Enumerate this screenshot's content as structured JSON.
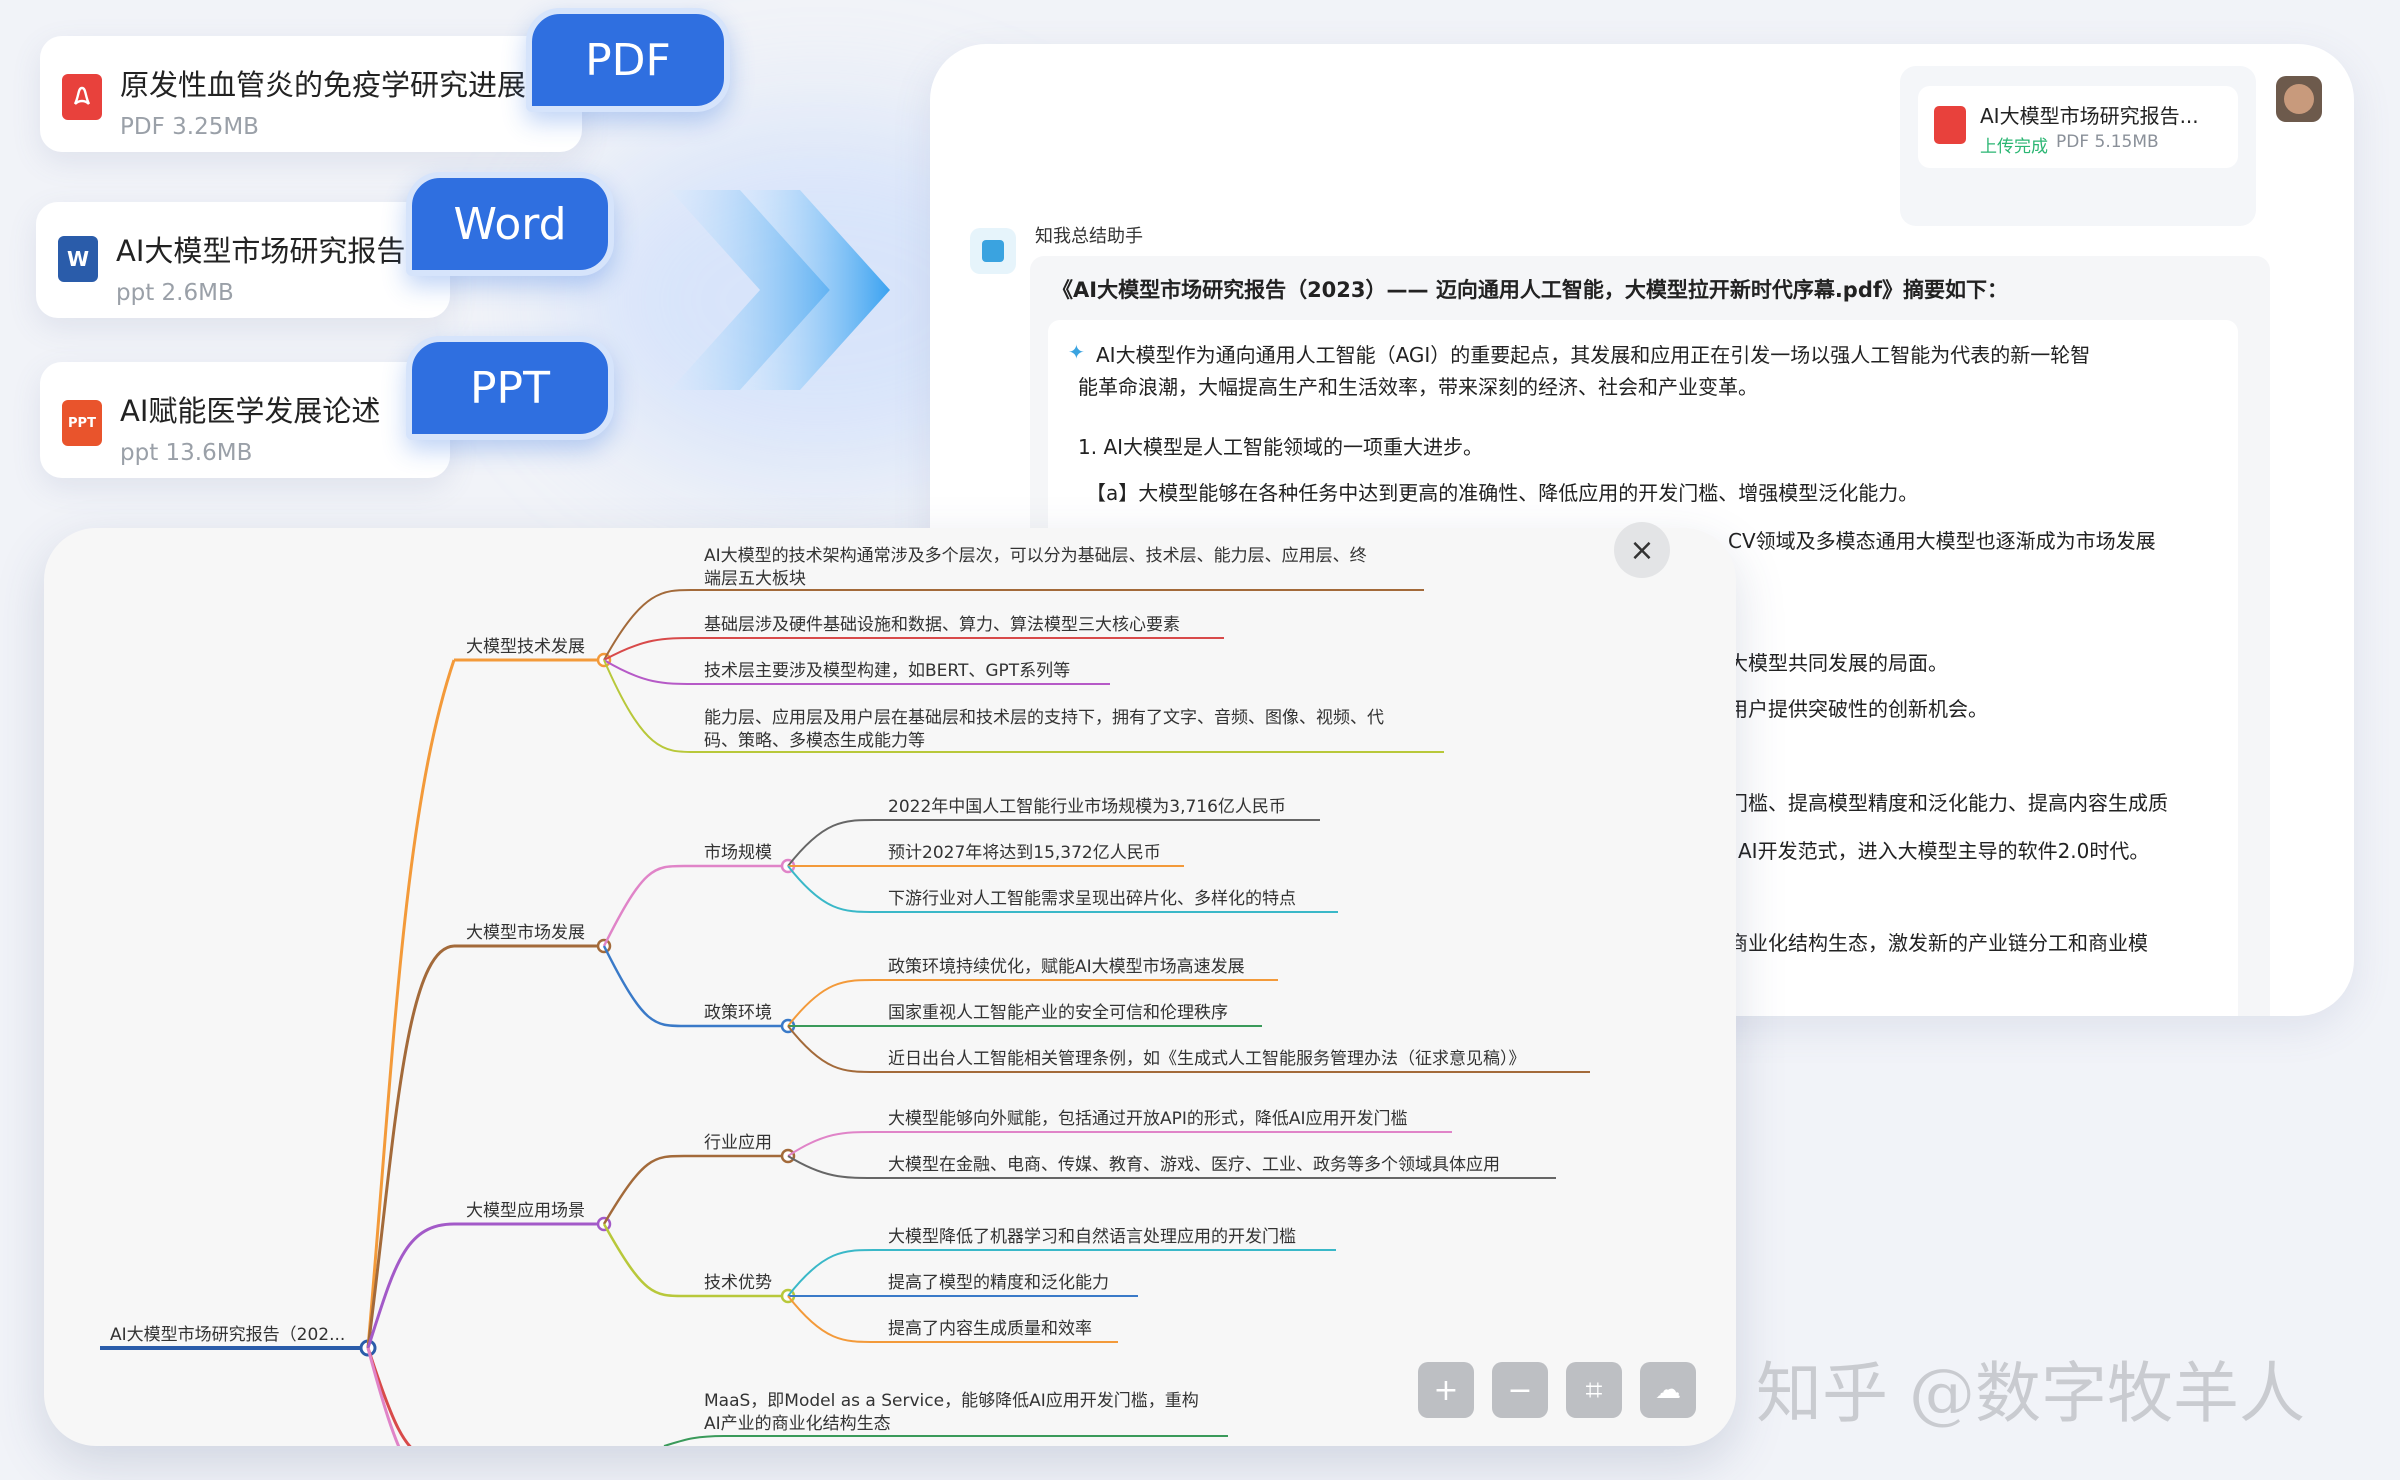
{
  "files": [
    {
      "name": "原发性血管炎的免疫学研究进展",
      "meta": "PDF 3.25MB",
      "type_label": "PDF",
      "icon": "pdf-icon",
      "color": "#e8413c"
    },
    {
      "name": "AI大模型市场研究报告",
      "meta": "ppt 2.6MB",
      "type_label": "Word",
      "icon": "word-icon",
      "color": "#2a5caa",
      "icon_text": "W"
    },
    {
      "name": "AI赋能医学发展论述",
      "meta": "ppt 13.6MB",
      "type_label": "PPT",
      "icon": "ppt-icon",
      "color": "#e9542c",
      "icon_text": "PPT"
    }
  ],
  "chat": {
    "upload": {
      "name": "AI大模型市场研究报告...",
      "status": "上传完成",
      "size": "PDF 5.15MB"
    },
    "assistant_name": "知我总结助手",
    "summary_title": "《AI大模型市场研究报告（2023）—— 迈向通用人工智能，大模型拉开新时代序幕.pdf》摘要如下：",
    "intro_line1": "AI大模型作为通向通用人工智能（AGI）的重要起点，其发展和应用正在引发一场以强人工智能为代表的新一轮智",
    "intro_line2": "能革命浪潮，大幅提高生产和生活效率，带来深刻的经济、社会和产业变革。",
    "point1": "1. AI大模型是人工智能领域的一项重大进步。",
    "point1a": "【a】大模型能够在各种任务中达到更高的准确性、降低应用的开发门槛、增强模型泛化能力。",
    "frag1": "CV领域及多模态通用大模型也逐渐成为市场发展",
    "frag2": "大模型共同发展的局面。",
    "frag3": "用户提供突破性的创新机会。",
    "frag4": "门槛、提高模型精度和泛化能力、提高内容生成质",
    "frag5": "AI开发范式，进入大模型主导的软件2.0时代。",
    "frag6": "。",
    "frag7": "商业化结构生态，激发新的产业链分工和商业模"
  },
  "mindmap": {
    "root": "AI大模型市场研究报告（202...",
    "b1": {
      "label": "大模型技术发展",
      "leaf1a": "AI大模型的技术架构通常涉及多个层次，可以分为基础层、技术层、能力层、应用层、终",
      "leaf1b": "端层五大板块",
      "leaf2": "基础层涉及硬件基础设施和数据、算力、算法模型三大核心要素",
      "leaf3": "技术层主要涉及模型构建，如BERT、GPT系列等",
      "leaf4a": "能力层、应用层及用户层在基础层和技术层的支持下，拥有了文字、音频、图像、视频、代",
      "leaf4b": "码、策略、多模态生成能力等"
    },
    "b2": {
      "label": "大模型市场发展",
      "sub1": "市场规模",
      "s1l1": "2022年中国人工智能行业市场规模为3,716亿人民币",
      "s1l2": "预计2027年将达到15,372亿人民币",
      "s1l3": "下游行业对人工智能需求呈现出碎片化、多样化的特点",
      "sub2": "政策环境",
      "s2l1": "政策环境持续优化，赋能AI大模型市场高速发展",
      "s2l2": "国家重视人工智能产业的安全可信和伦理秩序",
      "s2l3": "近日出台人工智能相关管理条例，如《生成式人工智能服务管理办法（征求意见稿）》"
    },
    "b3": {
      "label": "大模型应用场景",
      "sub1": "行业应用",
      "s1l1": "大模型能够向外赋能，包括通过开放API的形式，降低AI应用开发门槛",
      "s1l2": "大模型在金融、电商、传媒、教育、游戏、医疗、工业、政务等多个领域具体应用",
      "sub2": "技术优势",
      "s2l1": "大模型降低了机器学习和自然语言处理应用的开发门槛",
      "s2l2": "提高了模型的精度和泛化能力",
      "s2l3": "提高了内容生成质量和效率"
    },
    "b4": {
      "leaf1a": "MaaS，即Model as a Service，能够降低AI应用开发门槛，重构",
      "leaf1b": "AI产业的商业化结构生态"
    },
    "tools": {
      "zoom_in": "+",
      "zoom_out": "−",
      "fit": "⌗",
      "download": "☁"
    },
    "close": "×"
  },
  "watermark": "知乎 @数字牧羊人"
}
